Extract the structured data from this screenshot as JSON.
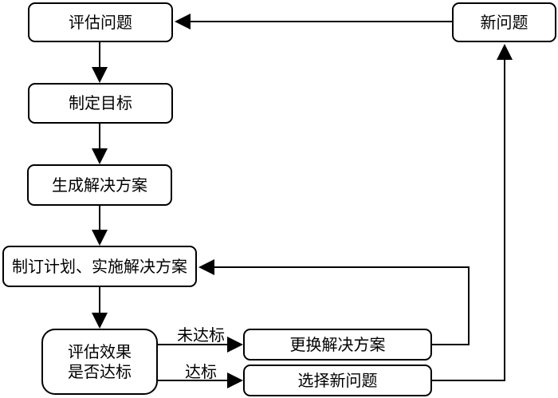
{
  "diagram": {
    "type": "flowchart",
    "colors": {
      "line": "#000000",
      "node_border": "#000000",
      "node_fill": "#ffffff",
      "background": "#ffffff",
      "text": "#000000"
    },
    "nodes": {
      "evaluate_problem": {
        "label": "评估问题"
      },
      "new_problem": {
        "label": "新问题"
      },
      "set_goal": {
        "label": "制定目标"
      },
      "generate_solution": {
        "label": "生成解决方案"
      },
      "plan_implement": {
        "label": "制订计划、实施解决方案"
      },
      "evaluate_effect": {
        "label": "评估效果\n是否达标"
      },
      "change_solution": {
        "label": "更换解决方案"
      },
      "select_new_problem": {
        "label": "选择新问题"
      }
    },
    "edge_labels": {
      "not_met": "未达标",
      "met": "达标"
    },
    "edges": [
      {
        "from": "新问题",
        "to": "评估问题"
      },
      {
        "from": "评估问题",
        "to": "制定目标"
      },
      {
        "from": "制定目标",
        "to": "生成解决方案"
      },
      {
        "from": "生成解决方案",
        "to": "制订计划、实施解决方案"
      },
      {
        "from": "制订计划、实施解决方案",
        "to": "评估效果是否达标"
      },
      {
        "from": "评估效果是否达标",
        "to": "更换解决方案",
        "label": "未达标"
      },
      {
        "from": "评估效果是否达标",
        "to": "选择新问题",
        "label": "达标"
      },
      {
        "from": "更换解决方案",
        "to": "制订计划、实施解决方案"
      },
      {
        "from": "选择新问题",
        "to": "新问题"
      }
    ]
  }
}
